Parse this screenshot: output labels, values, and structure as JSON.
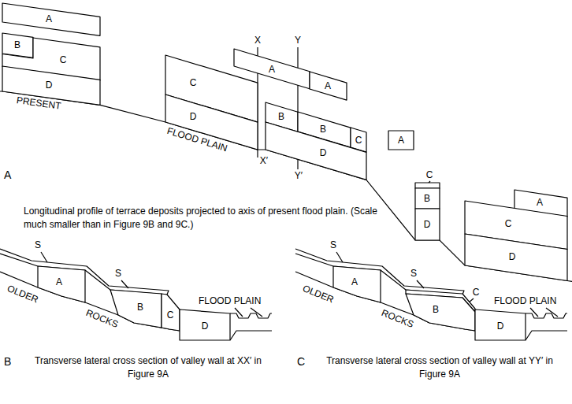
{
  "diagram": {
    "nodes": [
      {
        "text": [
          "A"
        ]
      },
      {
        "text": [
          "B"
        ]
      },
      {
        "text": [
          "C"
        ]
      },
      {
        "text": [
          "D"
        ]
      },
      {
        "text": [
          "C"
        ]
      },
      {
        "text": [
          "D"
        ]
      },
      {
        "text": [
          "A"
        ]
      },
      {
        "text": [
          "A"
        ]
      },
      {
        "text": [
          "B"
        ]
      },
      {
        "text": [
          "B"
        ]
      },
      {
        "text": [
          "C"
        ]
      },
      {
        "text": [
          "D"
        ]
      },
      {
        "text": [
          "A"
        ]
      },
      {
        "text": [
          "C"
        ]
      },
      {
        "text": [
          "B"
        ]
      },
      {
        "text": [
          "D"
        ]
      },
      {
        "text": [
          "A"
        ]
      },
      {
        "text": [
          "C"
        ]
      },
      {
        "text": [
          "D"
        ]
      },
      {
        "text": [
          "A"
        ]
      },
      {
        "text": [
          "B"
        ]
      },
      {
        "text": [
          "C"
        ]
      },
      {
        "text": [
          "D"
        ]
      },
      {
        "text": [
          "A"
        ]
      },
      {
        "text": [
          "C"
        ]
      },
      {
        "text": [
          "B"
        ]
      },
      {
        "text": [
          "D"
        ]
      }
    ],
    "labels": [
      "PRESENT",
      "FLOOD PLAIN",
      "X",
      "Y",
      "X′",
      "Y′",
      "A",
      "Longitudinal profile of terrace deposits projected to axis of present flood plain. (Scale much smaller than in Figure 9B and 9C.)",
      "S",
      "S",
      "OLDER",
      "ROCKS",
      "FLOOD PLAIN",
      "B",
      "Transverse lateral cross section of valley wall at XX′ in Figure 9A",
      "S",
      "S",
      "OLDER",
      "ROCKS",
      "FLOOD PLAIN",
      "C",
      "Transverse lateral cross section of valley wall at YY′ in Figure 9A"
    ]
  }
}
